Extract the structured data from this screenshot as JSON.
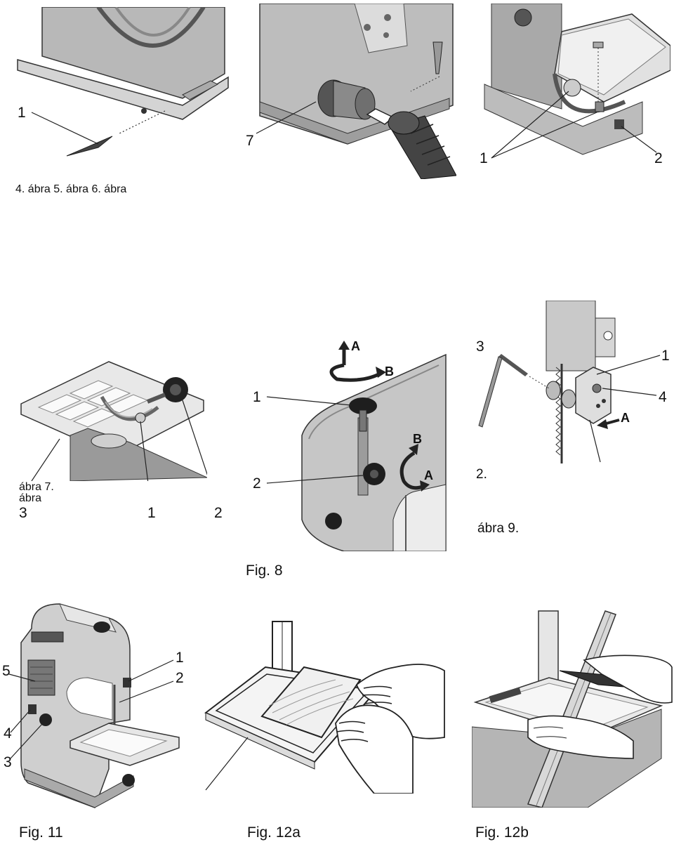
{
  "row1_caption": "4.  ábra 5. ábra 6. ábra",
  "fig4": {
    "callouts": [
      "1"
    ]
  },
  "fig5": {
    "callouts": [
      "7"
    ]
  },
  "fig6": {
    "callouts": [
      "1",
      "2"
    ]
  },
  "fig7": {
    "caption_line1": "ábra 7.",
    "caption_line2": "ábra",
    "callouts": [
      "3",
      "1",
      "2"
    ]
  },
  "fig8": {
    "caption": "Fig. 8",
    "callouts": [
      "1",
      "2"
    ],
    "arrows": [
      "A",
      "B",
      "B",
      "A"
    ]
  },
  "fig9": {
    "caption_prefix": "2.",
    "caption": "ábra 9.",
    "callouts": [
      "3",
      "1",
      "4",
      "A"
    ]
  },
  "fig11": {
    "caption": "Fig. 11",
    "callouts": [
      "1",
      "2",
      "5",
      "4",
      "3"
    ]
  },
  "fig12a": {
    "caption": "Fig. 12a"
  },
  "fig12b": {
    "caption": "Fig. 12b"
  }
}
